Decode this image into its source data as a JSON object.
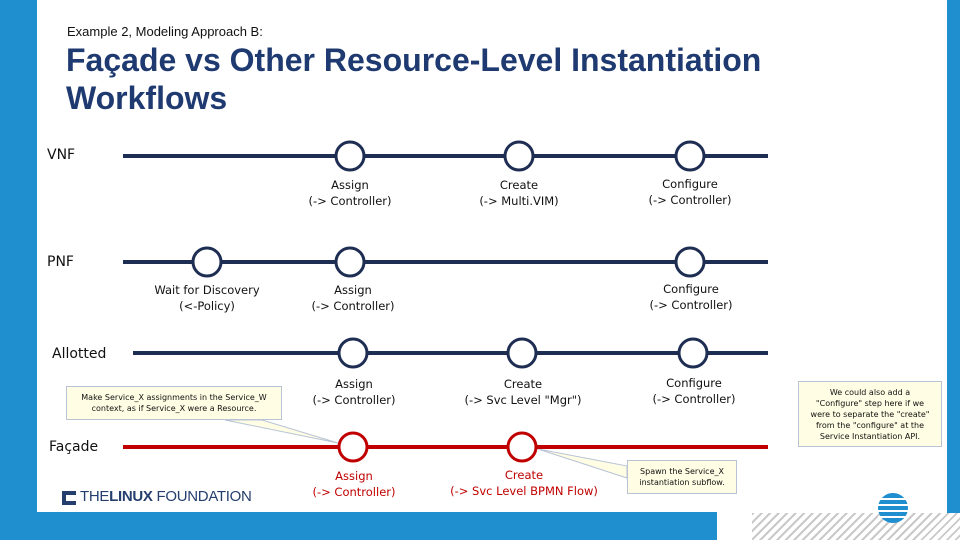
{
  "header": {
    "example_label": "Example 2, Modeling Approach B:",
    "title": "Façade vs Other Resource-Level Instantiation Workflows"
  },
  "tracks": [
    {
      "name": "VNF",
      "color": "#1e2d52"
    },
    {
      "name": "PNF",
      "color": "#1e2d52"
    },
    {
      "name": "Allotted",
      "color": "#1e2d52"
    },
    {
      "name": "Façade",
      "color": "#c00000"
    }
  ],
  "steps": {
    "vnf_assign": [
      "Assign",
      "(-> Controller)"
    ],
    "vnf_create": [
      "Create",
      "(-> Multi.VIM)"
    ],
    "vnf_configure": [
      "Configure",
      "(-> Controller)"
    ],
    "pnf_wait": [
      "Wait for Discovery",
      "(<-Policy)"
    ],
    "pnf_assign": [
      "Assign",
      "(-> Controller)"
    ],
    "pnf_configure": [
      "Configure",
      "(-> Controller)"
    ],
    "allotted_assign": [
      "Assign",
      "(-> Controller)"
    ],
    "allotted_create": [
      "Create",
      "(-> Svc Level \"Mgr\")"
    ],
    "allotted_configure": [
      "Configure",
      "(-> Controller)"
    ],
    "facade_assign": [
      "Assign",
      "(-> Controller)"
    ],
    "facade_create": [
      "Create",
      "(-> Svc Level BPMN Flow)"
    ]
  },
  "callouts": {
    "service_x": [
      "Make Service_X assignments in the Service_W",
      "context, as if Service_X were a Resource."
    ],
    "spawn": [
      "Spawn the Service_X",
      "instantiation subflow."
    ],
    "note": [
      "We could also add a",
      "\"Configure\" step here if we",
      "were to separate the \"create\"",
      "from the \"configure\" at the",
      "Service Instantiation API."
    ]
  },
  "footer": {
    "logo_prefix": "THE",
    "logo_bold": "LINUX",
    "logo_suffix": "FOUNDATION"
  },
  "colors": {
    "accent_blue": "#1f8fd0",
    "title_navy": "#1e3a70",
    "node_fill": "#ffffff",
    "facade_red": "#c00000"
  }
}
